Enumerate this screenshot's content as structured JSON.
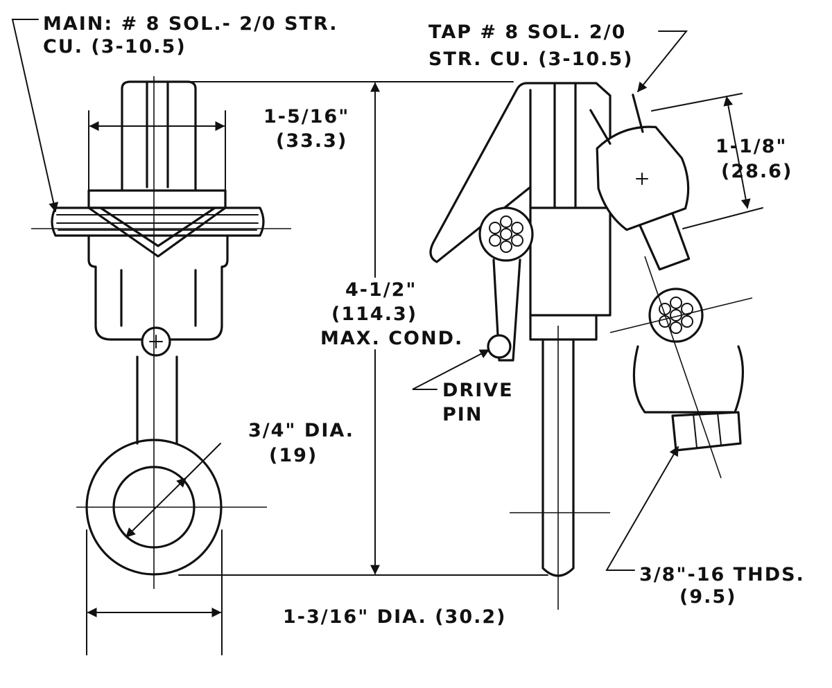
{
  "labels": {
    "main_conductor_line1": "MAIN: # 8 SOL.- 2/0 STR.",
    "main_conductor_line2": "CU. (3-10.5)",
    "tap_conductor_line1": "TAP # 8 SOL. 2/0",
    "tap_conductor_line2": "STR. CU. (3-10.5)",
    "width_top_in": "1-5/16\"",
    "width_top_mm": "(33.3)",
    "tap_width_in": "1-1/8\"",
    "tap_width_mm": "(28.6)",
    "height_in": "4-1/2\"",
    "height_mm": "(114.3)",
    "height_note": "MAX. COND.",
    "eye_dia_in": "3/4\" DIA.",
    "eye_dia_mm": "(19)",
    "drive_pin_line1": "DRIVE",
    "drive_pin_line2": "PIN",
    "thread_line1": "3/8\"-16 THDS.",
    "thread_line2": "(9.5)",
    "base_dia": "1-3/16\" DIA. (30.2)"
  },
  "colors": {
    "ink": "#111111",
    "paper": "#ffffff"
  }
}
